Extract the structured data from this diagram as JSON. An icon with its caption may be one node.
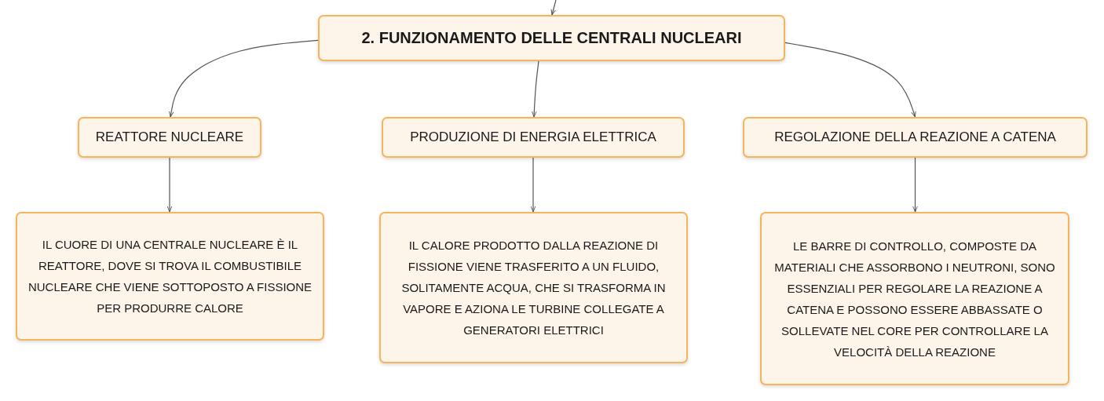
{
  "diagram": {
    "nodes": [
      {
        "text": [
          "2. FUNZIONAMENTO DELLE CENTRALI NUCLEARI"
        ]
      },
      {
        "text": [
          "REATTORE NUCLEARE"
        ]
      },
      {
        "text": [
          "PRODUZIONE DI ENERGIA ELETTRICA"
        ]
      },
      {
        "text": [
          "REGOLAZIONE DELLA REAZIONE A CATENA"
        ]
      },
      {
        "text": [
          "IL CUORE DI UNA CENTRALE NUCLEARE È IL REATTORE, DOVE SI TROVA IL COMBUSTIBILE NUCLEARE CHE VIENE SOTTOPOSTO A FISSIONE PER PRODURRE CALORE"
        ]
      },
      {
        "text": [
          "IL CALORE PRODOTTO DALLA REAZIONE DI FISSIONE VIENE TRASFERITO A UN FLUIDO, SOLITAMENTE ACQUA, CHE SI TRASFORMA IN VAPORE E AZIONA LE TURBINE COLLEGATE A GENERATORI ELETTRICI"
        ]
      },
      {
        "text": [
          "LE BARRE DI CONTROLLO, COMPOSTE DA MATERIALI CHE ASSORBONO I NEUTRONI, SONO ESSENZIALI PER REGOLARE LA REAZIONE A CATENA E POSSONO ESSERE ABBASSATE O SOLLEVATE NEL CORE PER CONTROLLARE LA VELOCITÀ DELLA REAZIONE"
        ]
      }
    ],
    "edges": [
      {
        "from": null,
        "to": 0,
        "arrow": "to"
      },
      {
        "from": 0,
        "to": 1,
        "arrow": "to"
      },
      {
        "from": 0,
        "to": 2,
        "arrow": "to"
      },
      {
        "from": 0,
        "to": 3,
        "arrow": "to"
      },
      {
        "from": 1,
        "to": 4,
        "arrow": "to"
      },
      {
        "from": 2,
        "to": 5,
        "arrow": "to"
      },
      {
        "from": 3,
        "to": 6,
        "arrow": "to"
      }
    ]
  }
}
